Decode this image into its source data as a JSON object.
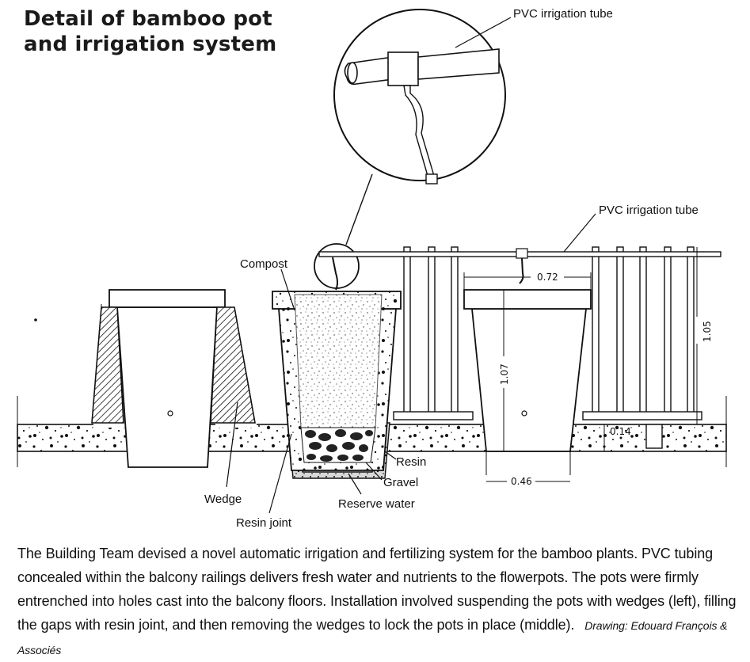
{
  "title": {
    "line1": "Detail of bamboo pot",
    "line2": "and irrigation system"
  },
  "labels": {
    "pvc_top": "PVC irrigation tube",
    "pvc_mid": "PVC irrigation tube",
    "compost": "Compost",
    "wedge": "Wedge",
    "resin_joint": "Resin joint",
    "resin": "Resin",
    "gravel": "Gravel",
    "reserve_water": "Reserve water"
  },
  "dimensions": {
    "top_width": "0.72",
    "pot_height": "1.07",
    "railing_height": "1.05",
    "slab": "0.14",
    "base_width": "0.46"
  },
  "caption": {
    "text": "The Building Team devised a novel automatic irrigation and fertilizing system for the bamboo plants. PVC tubing concealed within the balcony railings delivers fresh water and nutrients to the flowerpots. The pots were firmly entrenched into holes cast into the balcony floors. Installation involved suspending the pots with wedges (left), filling the gaps with resin joint, and then removing the wedges to lock the pots in place (middle).",
    "credit": "Drawing: Edouard François & Associés"
  }
}
